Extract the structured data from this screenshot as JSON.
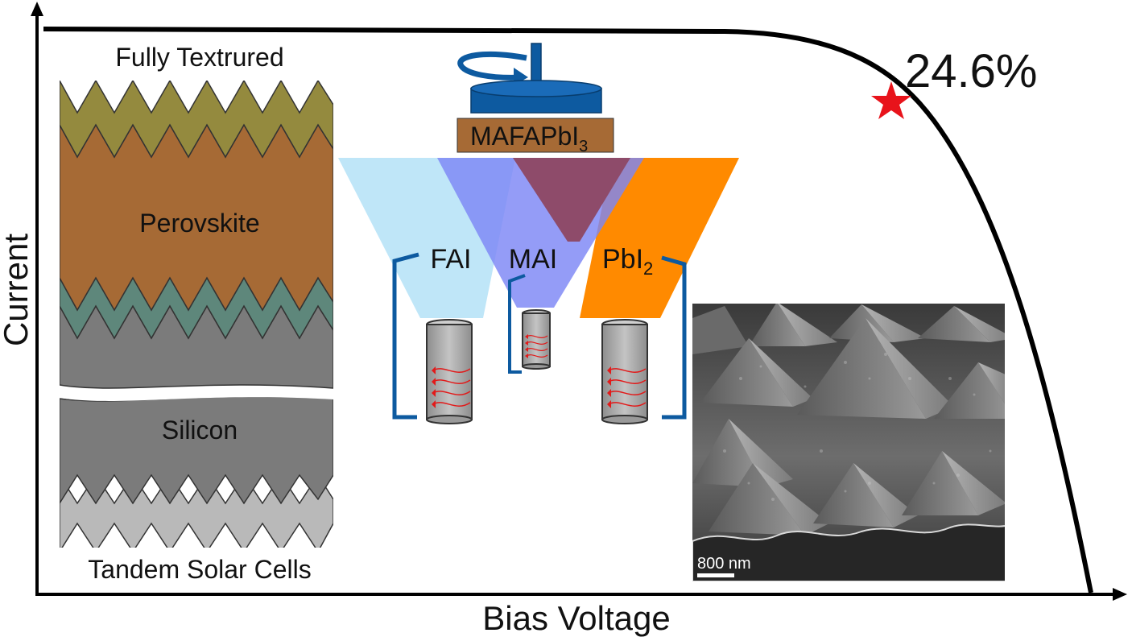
{
  "axes": {
    "x_label": "Bias Voltage",
    "y_label": "Current"
  },
  "efficiency": {
    "value_text": "24.6%",
    "marker_color": "#e8131b"
  },
  "stack": {
    "top_caption": "Fully Textrured",
    "bottom_caption": "Tandem Solar Cells",
    "layers": {
      "perovskite": "Perovskite",
      "silicon": "Silicon"
    },
    "colors": {
      "top_contact": "#948a3e",
      "perovskite": "#a66a35",
      "htl": "#5e877b",
      "silicon": "#7b7b7b",
      "bottom": "#b9b9b9"
    }
  },
  "deposition": {
    "product_main": "MAFAPbI",
    "product_sub": "3",
    "sources": [
      {
        "id": "fai",
        "label": "FAI",
        "color": "#bfe6f8"
      },
      {
        "id": "mai",
        "label": "MAI",
        "color": "#7d86f5"
      },
      {
        "id": "pbi2",
        "label_main": "PbI",
        "label_sub": "2",
        "color": "#ff8a00"
      }
    ],
    "overlap_color": "#8e4b6a",
    "holder_color": "#0d5aa0"
  },
  "sem": {
    "scale_label": "800 nm"
  }
}
